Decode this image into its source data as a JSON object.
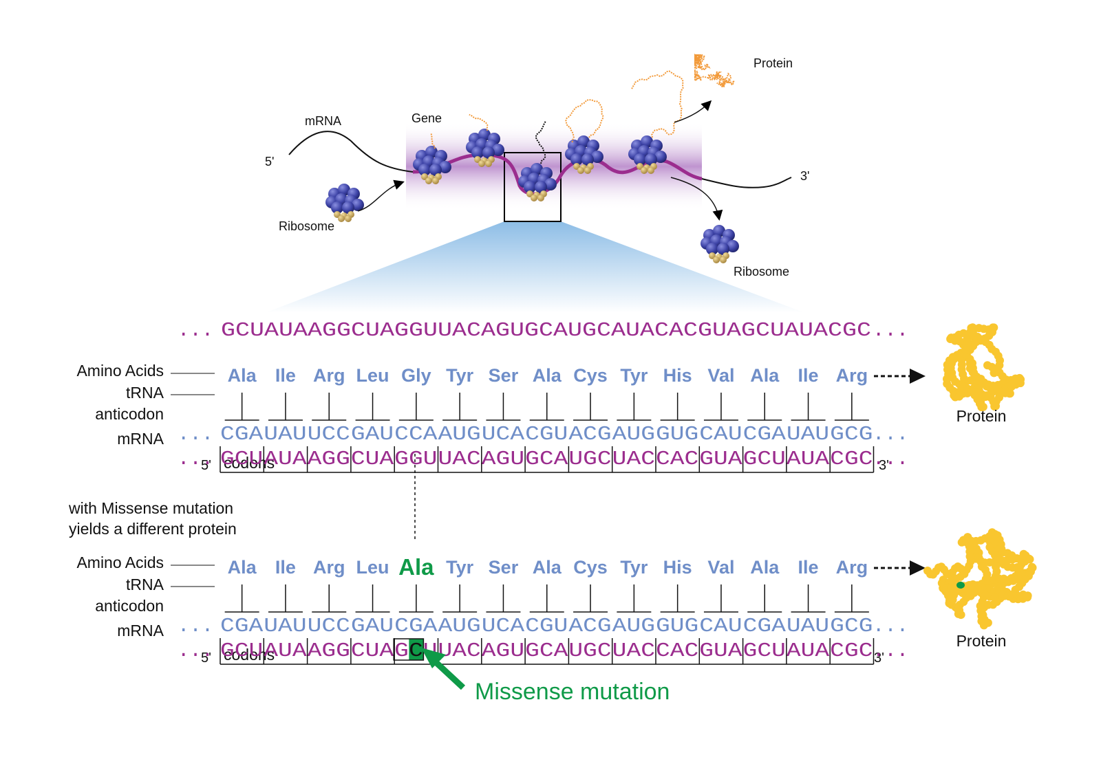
{
  "top": {
    "labels": {
      "mrna": "mRNA",
      "gene": "Gene",
      "five_prime": "5'",
      "three_prime": "3'",
      "ribosome_in": "Ribosome",
      "ribosome_out": "Ribosome",
      "protein": "Protein"
    }
  },
  "sequence": {
    "dots_left": "...",
    "dots_right": "...",
    "mrna_full": "GCUAUAAGGCUAGGUUACAGUGCAUGCAUACACGUAGCUAUACGC"
  },
  "row_labels": {
    "amino_acids": "Amino Acids",
    "trna": "tRNA",
    "anticodon": "anticodon",
    "mrna": "mRNA",
    "five_prime": "5'",
    "three_prime": "3'",
    "codons": "codons"
  },
  "normal": {
    "amino_acids": [
      "Ala",
      "Ile",
      "Arg",
      "Leu",
      "Gly",
      "Tyr",
      "Ser",
      "Ala",
      "Cys",
      "Tyr",
      "His",
      "Val",
      "Ala",
      "Ile",
      "Arg"
    ],
    "anticodons": [
      "CGA",
      "UAU",
      "UCC",
      "GAU",
      "CCA",
      "AUG",
      "UCA",
      "CGU",
      "ACG",
      "AUG",
      "GUG",
      "CAU",
      "CGA",
      "UAU",
      "GCG"
    ],
    "codons": [
      "GCU",
      "AUA",
      "AGG",
      "CUA",
      "GGU",
      "UAC",
      "AGU",
      "GCA",
      "UGC",
      "UAC",
      "CAC",
      "GUA",
      "GCU",
      "AUA",
      "CGC"
    ],
    "protein_label": "Protein"
  },
  "mutant": {
    "caption_line1": "with Missense mutation",
    "caption_line2": "yields a different protein",
    "amino_acids": [
      "Ala",
      "Ile",
      "Arg",
      "Leu",
      "Ala",
      "Tyr",
      "Ser",
      "Ala",
      "Cys",
      "Tyr",
      "His",
      "Val",
      "Ala",
      "Ile",
      "Arg"
    ],
    "anticodons": [
      "CGA",
      "UAU",
      "UCC",
      "GAU",
      "CGA",
      "AUG",
      "UCA",
      "CGU",
      "ACG",
      "AUG",
      "GUG",
      "CAU",
      "CGA",
      "UAU",
      "GCG"
    ],
    "codons": [
      "GCU",
      "AUA",
      "AGG",
      "CUA",
      "GCU",
      "UAC",
      "AGU",
      "GCA",
      "UGC",
      "UAC",
      "CAC",
      "GUA",
      "GCU",
      "AUA",
      "CGC"
    ],
    "mutated_codon_index": 4,
    "mutated_base_index": 1,
    "protein_label": "Protein",
    "mutation_label": "Missense mutation"
  },
  "colors": {
    "mrna": "#9b2d8e",
    "trna": "#6f8ec8",
    "mutation": "#0f9a48",
    "protein_orange": "#f29a3a",
    "protein_yellow": "#f9c62f",
    "ribosome": "#3b3f9a",
    "gene_band": "#b98ac9"
  }
}
